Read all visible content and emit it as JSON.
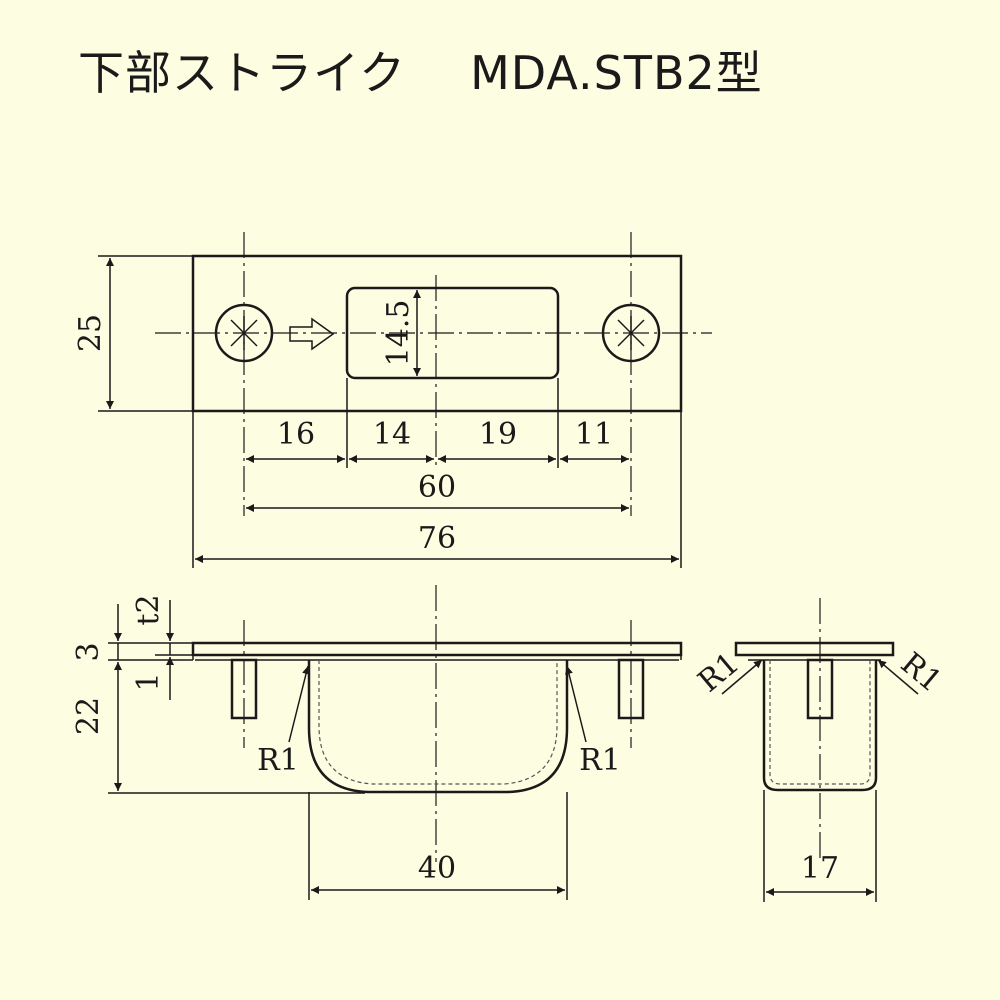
{
  "title": {
    "name": "下部ストライク",
    "model": "MDA.STB2型"
  },
  "dimensions": {
    "plate_height": "25",
    "slot_height": "14.5",
    "seg_16": "16",
    "seg_14": "14",
    "seg_19": "19",
    "seg_11": "11",
    "hole_pitch": "60",
    "plate_length": "76",
    "thickness_t2": "t2",
    "side_3": "3",
    "side_1": "1",
    "depth_22": "22",
    "radius_left": "R1",
    "radius_right": "R1",
    "box_width": "40",
    "side_radius_left": "R1",
    "side_radius_right": "R1",
    "side_width": "17"
  },
  "colors": {
    "background": "#fdfde1",
    "ink": "#1a1a1a"
  }
}
